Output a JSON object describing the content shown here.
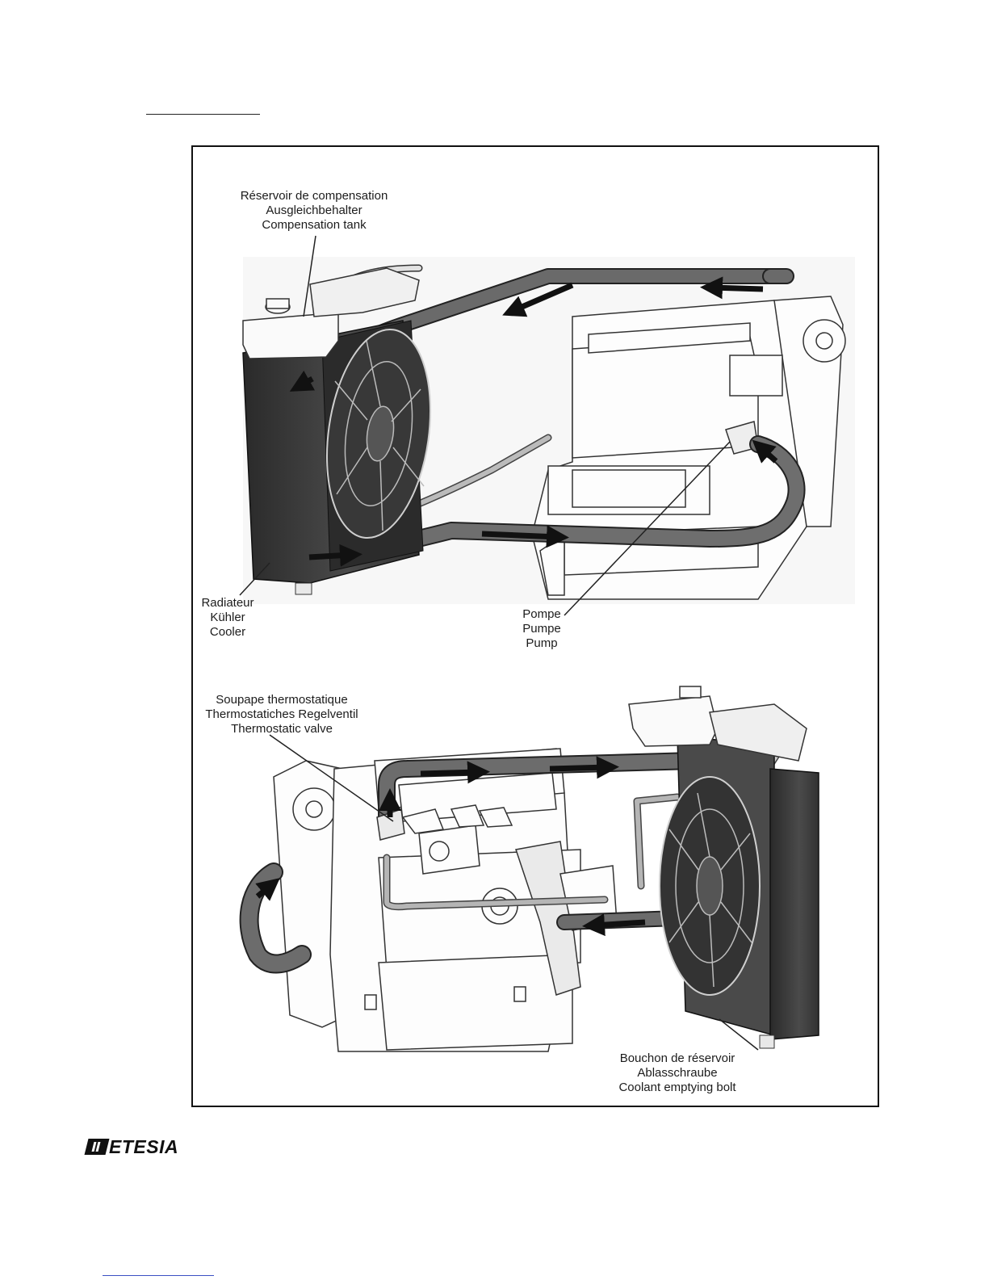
{
  "labels": {
    "tank": [
      "Réservoir de compensation",
      "Ausgleichbehalter",
      "Compensation tank"
    ],
    "cooler": [
      "Radiateur",
      "Kühler",
      "Cooler"
    ],
    "pump": [
      "Pompe",
      "Pumpe",
      "Pump"
    ],
    "valve": [
      "Soupape thermostatique",
      "Thermostatiches Regelventil",
      "Thermostatic valve"
    ],
    "drain": [
      "Bouchon de réservoir",
      "Ablasschraube",
      "Coolant emptying bolt"
    ]
  },
  "brand": {
    "name": "ETESIA",
    "logo_icon": "etesia-logo-icon"
  },
  "colors": {
    "coolant_hose": "#666666",
    "radiator": "#3a3a3a",
    "arrow": "#111111",
    "frame": "#111111"
  }
}
